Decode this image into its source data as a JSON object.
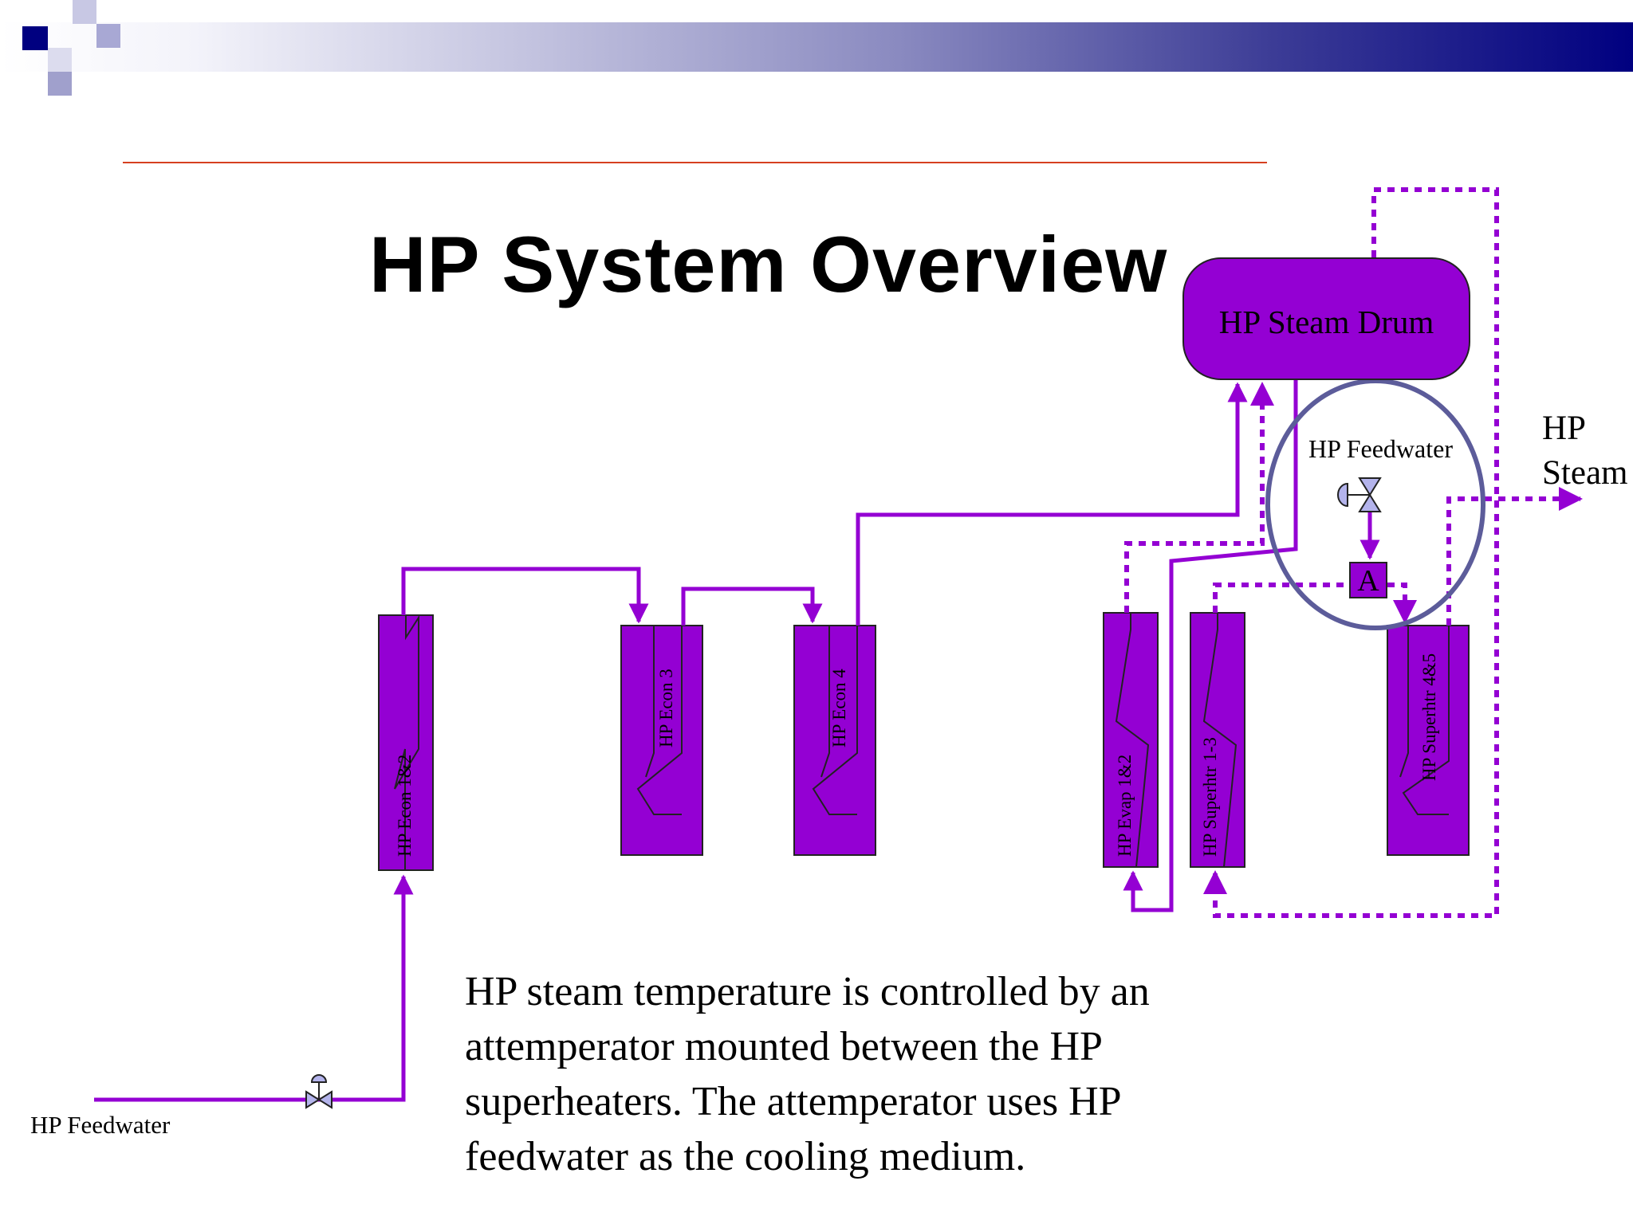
{
  "slide": {
    "title": "HP System Overview",
    "caption": "HP steam temperature is controlled by an\nattemperator mounted between the HP\nsuperheaters.  The attemperator uses HP\nfeedwater as the cooling medium."
  },
  "labels": {
    "feedwater_inlet": "HP Feedwater",
    "feedwater_attemperator": "HP Feedwater",
    "steam_outlet": "HP\nSteam",
    "drum": "HP Steam Drum",
    "attemperator": "A"
  },
  "components": [
    {
      "id": "econ12",
      "label": "HP Econ 1&2"
    },
    {
      "id": "econ3",
      "label": "HP Econ 3"
    },
    {
      "id": "econ4",
      "label": "HP Econ 4"
    },
    {
      "id": "evap12",
      "label": "HP Evap 1&2"
    },
    {
      "id": "sh13",
      "label": "HP Superhtr 1-3"
    },
    {
      "id": "sh45",
      "label": "HP Superhtr 4&5"
    }
  ],
  "colors": {
    "component_fill": "#9400d3",
    "flow_line": "#9400d3",
    "highlight_ring": "#5c5c9a",
    "header_dark": "#000080",
    "rule": "#d64020"
  }
}
